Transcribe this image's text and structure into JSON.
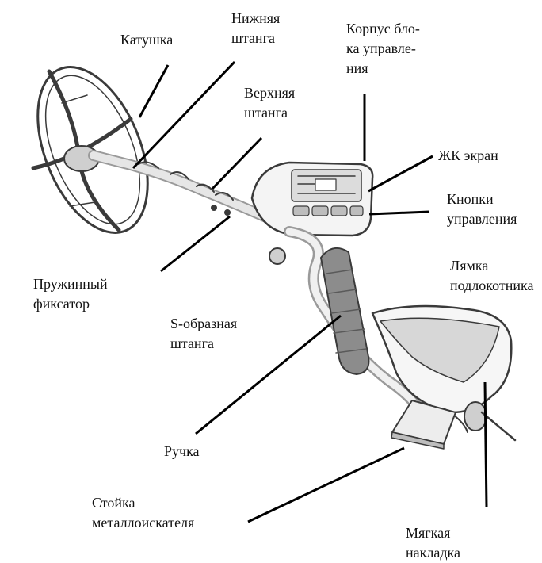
{
  "labels": {
    "coil": [
      "Катушка"
    ],
    "lower_shaft": [
      "Нижняя",
      "штанга"
    ],
    "upper_shaft": [
      "Верхняя",
      "штанга"
    ],
    "control_housing": [
      "Корпус бло-",
      "ка управле-",
      "ния"
    ],
    "lcd": [
      "ЖК экран"
    ],
    "buttons": [
      "Кнопки",
      "управления"
    ],
    "spring_lock": [
      "Пружинный",
      "фиксатор"
    ],
    "s_shaft": [
      "S-образная",
      "штанга"
    ],
    "armrest_strap": [
      "Лямка",
      "подлокотника"
    ],
    "handle": [
      "Ручка"
    ],
    "stand": [
      "Стойка",
      "металлоискателя"
    ],
    "pad": [
      "Мягкая",
      "накладка"
    ]
  },
  "colors": {
    "ink": "#111111",
    "line": "#000000",
    "outline": "#3a3a3a",
    "grip": "#8c8c8c",
    "shade": "#cfcfcf"
  }
}
